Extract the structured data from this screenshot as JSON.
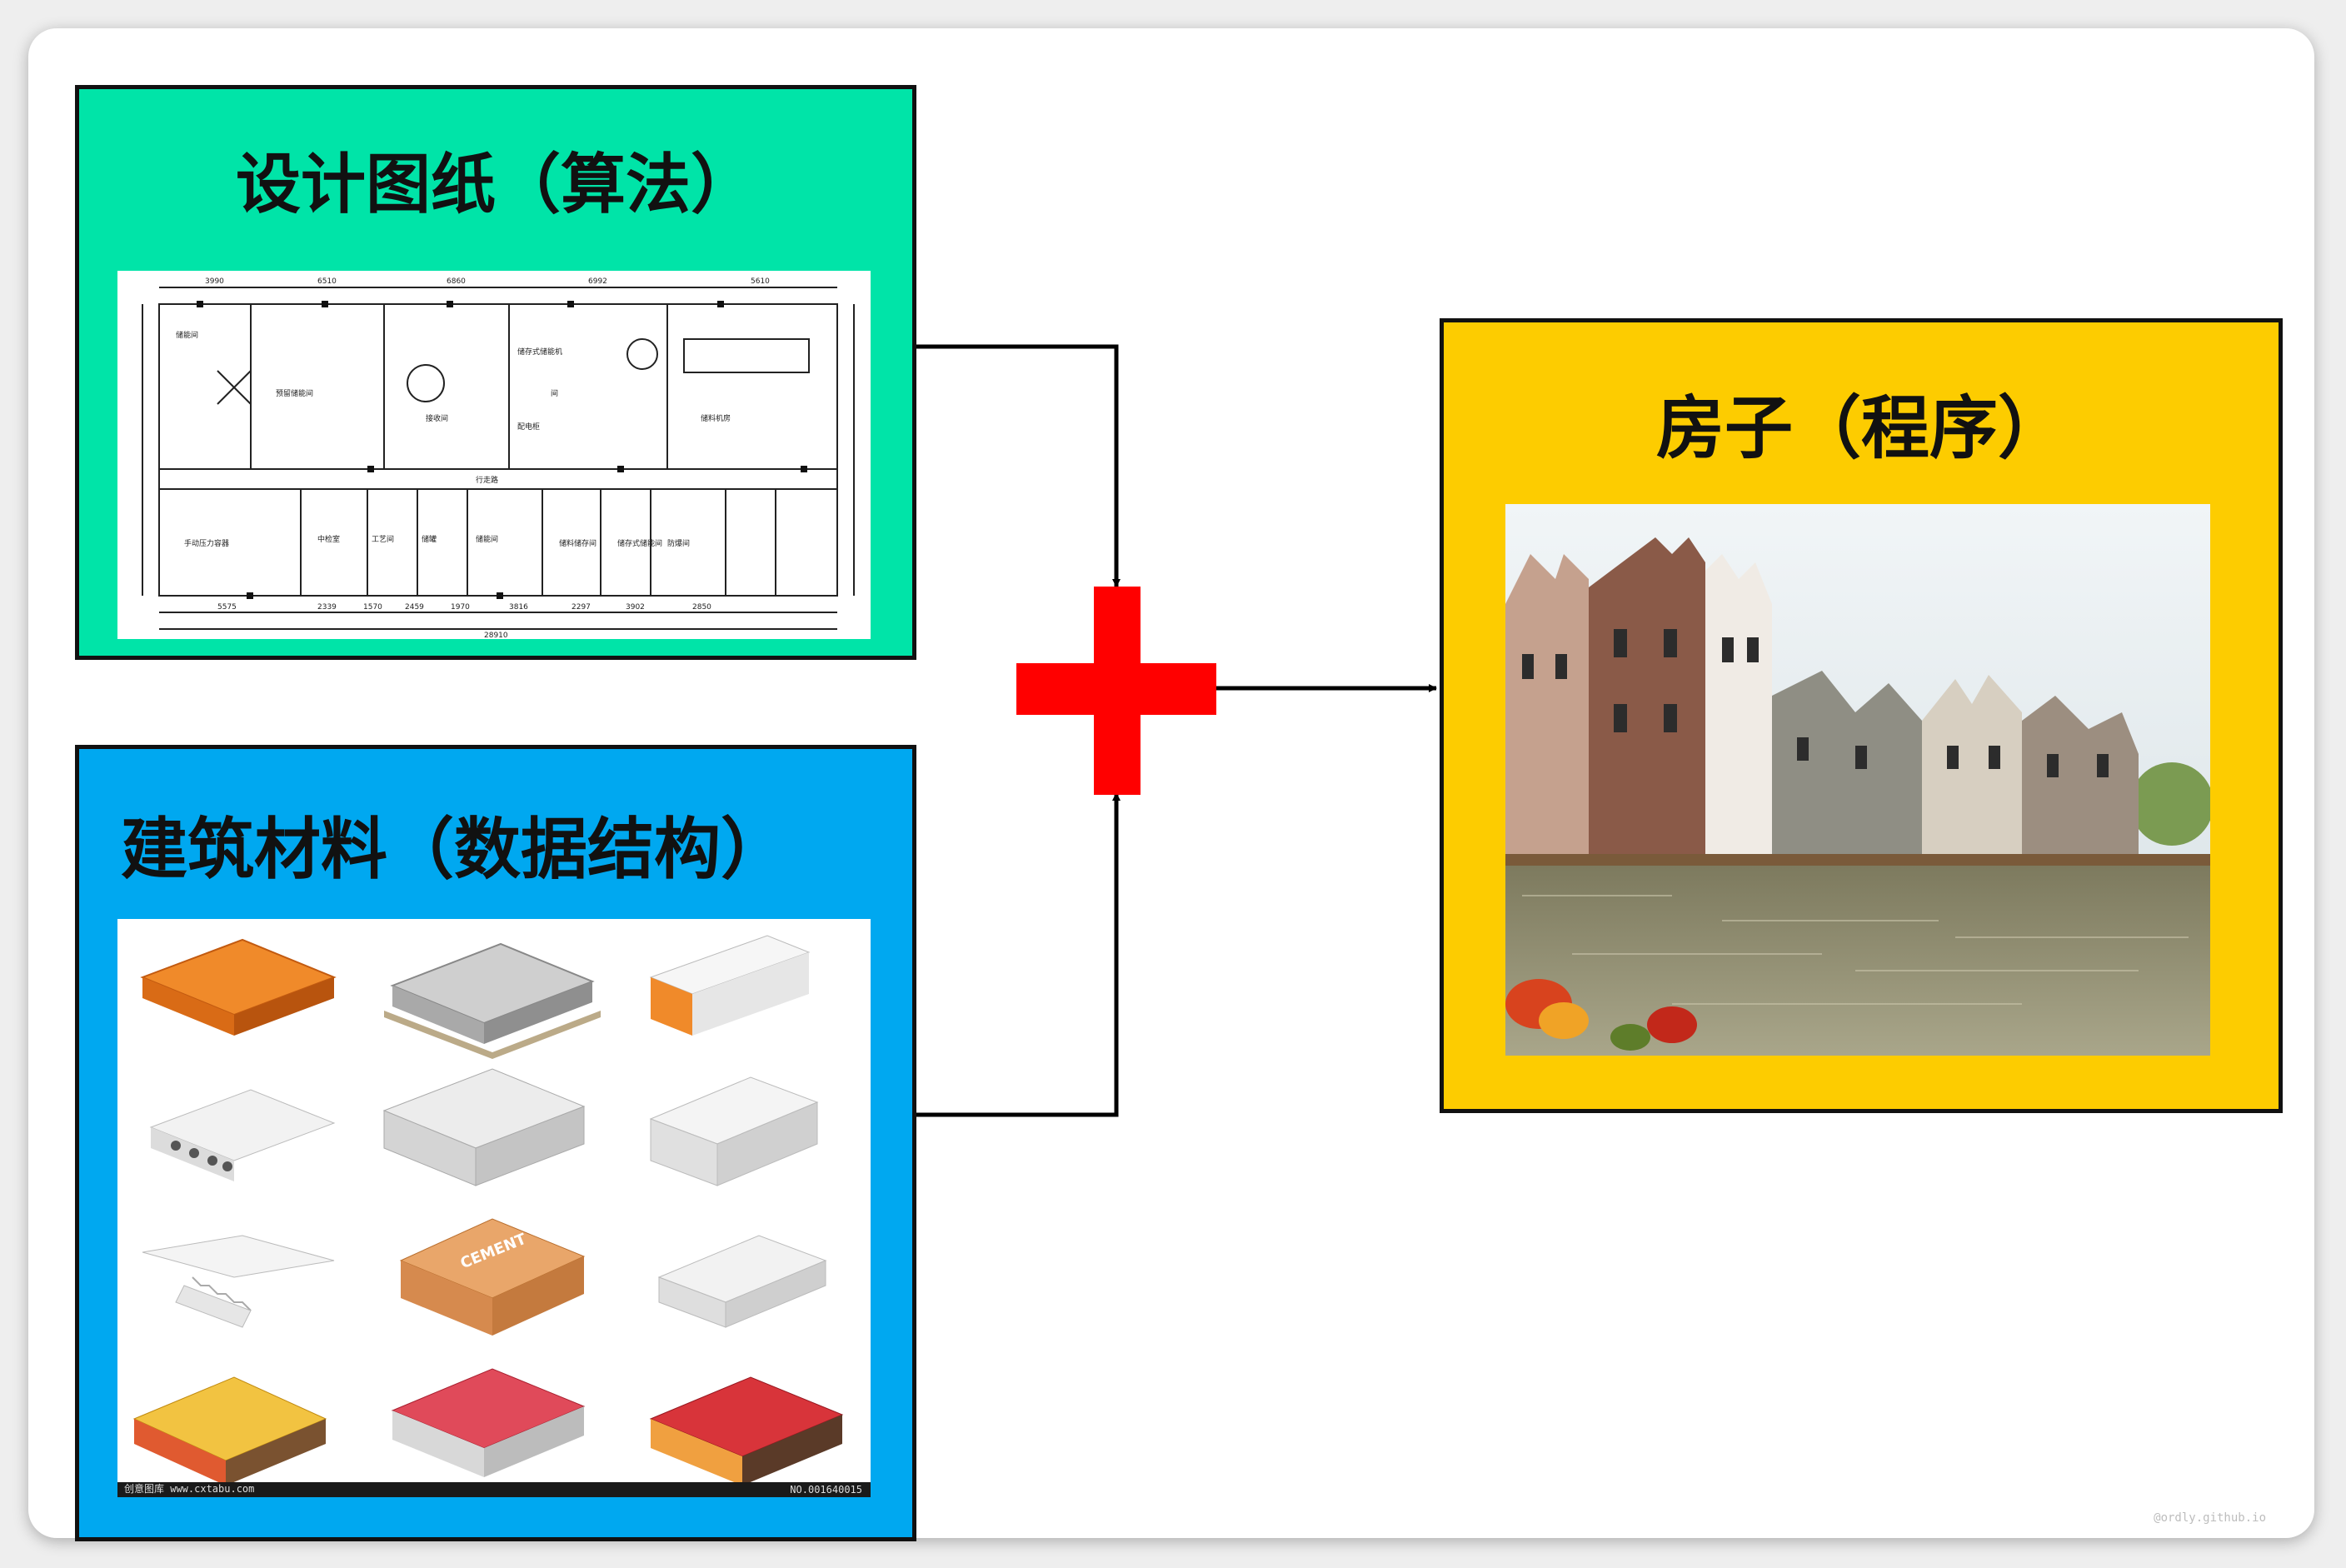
{
  "panels": {
    "design": {
      "title": "设计图纸（算法）"
    },
    "materials": {
      "title": "建筑材料（数据结构）"
    },
    "house": {
      "title": "房子（程序）"
    }
  },
  "floorplan": {
    "dimensions_top": [
      "3990",
      "6510",
      "6860",
      "6992",
      "5610"
    ],
    "dimensions_bottom": [
      "5575",
      "2339",
      "1570",
      "2459",
      "1970",
      "3816",
      "2297",
      "3902",
      "2850"
    ],
    "overall": "28910",
    "rooms": [
      "储能间",
      "预留储能间",
      "储存式储能机",
      "间",
      "接收间",
      "储料机房",
      "配电柜",
      "手动压力容器",
      "中检室",
      "工艺间",
      "储罐",
      "储能间",
      "储料储存间",
      "储存式储能间",
      "防爆间",
      "行走路"
    ]
  },
  "materials_watermark": {
    "left": "创意图库 www.cxtabu.com",
    "right": "NO.001640015"
  },
  "footer": "@ordly.github.io",
  "colors": {
    "design": "#00e4a8",
    "materials": "#00a8f0",
    "house": "#fdcc00",
    "plus": "#ff0000"
  }
}
